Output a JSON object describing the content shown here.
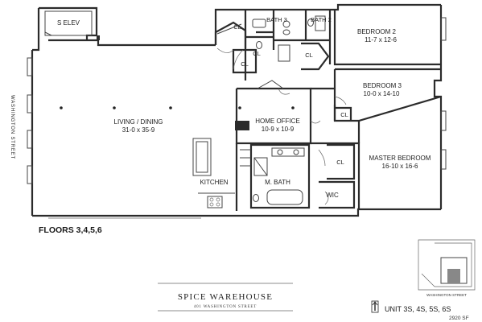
{
  "rooms": {
    "s_elev": "S ELEV",
    "bath3": "BATH 3",
    "bath2": "BATH 2",
    "bedroom2": {
      "name": "BEDROOM 2",
      "dims": "11-7 x 12-6"
    },
    "bedroom3": {
      "name": "BEDROOM 3",
      "dims": "10-0 x 14-10"
    },
    "living": {
      "name": "LIVING / DINING",
      "dims": "31-0 x 35-9"
    },
    "office": {
      "name": "HOME OFFICE",
      "dims": "10-9 x 10-9"
    },
    "master": {
      "name": "MASTER BEDROOM",
      "dims": "16-10 x 16-6"
    },
    "kitchen": "KITCHEN",
    "mbath": "M. BATH",
    "wic": "WIC",
    "closet": "CL"
  },
  "street_side": "WASHINGTON STREET",
  "floors": "FLOORS 3,4,5,6",
  "building": {
    "name": "SPICE WAREHOUSE",
    "address": "401 WASHINGTON STREET"
  },
  "key_plan": {
    "street": "WASHINGTON STREET"
  },
  "unit": {
    "label": "UNIT 3S, 4S, 5S, 6S",
    "area": "2920 SF"
  }
}
